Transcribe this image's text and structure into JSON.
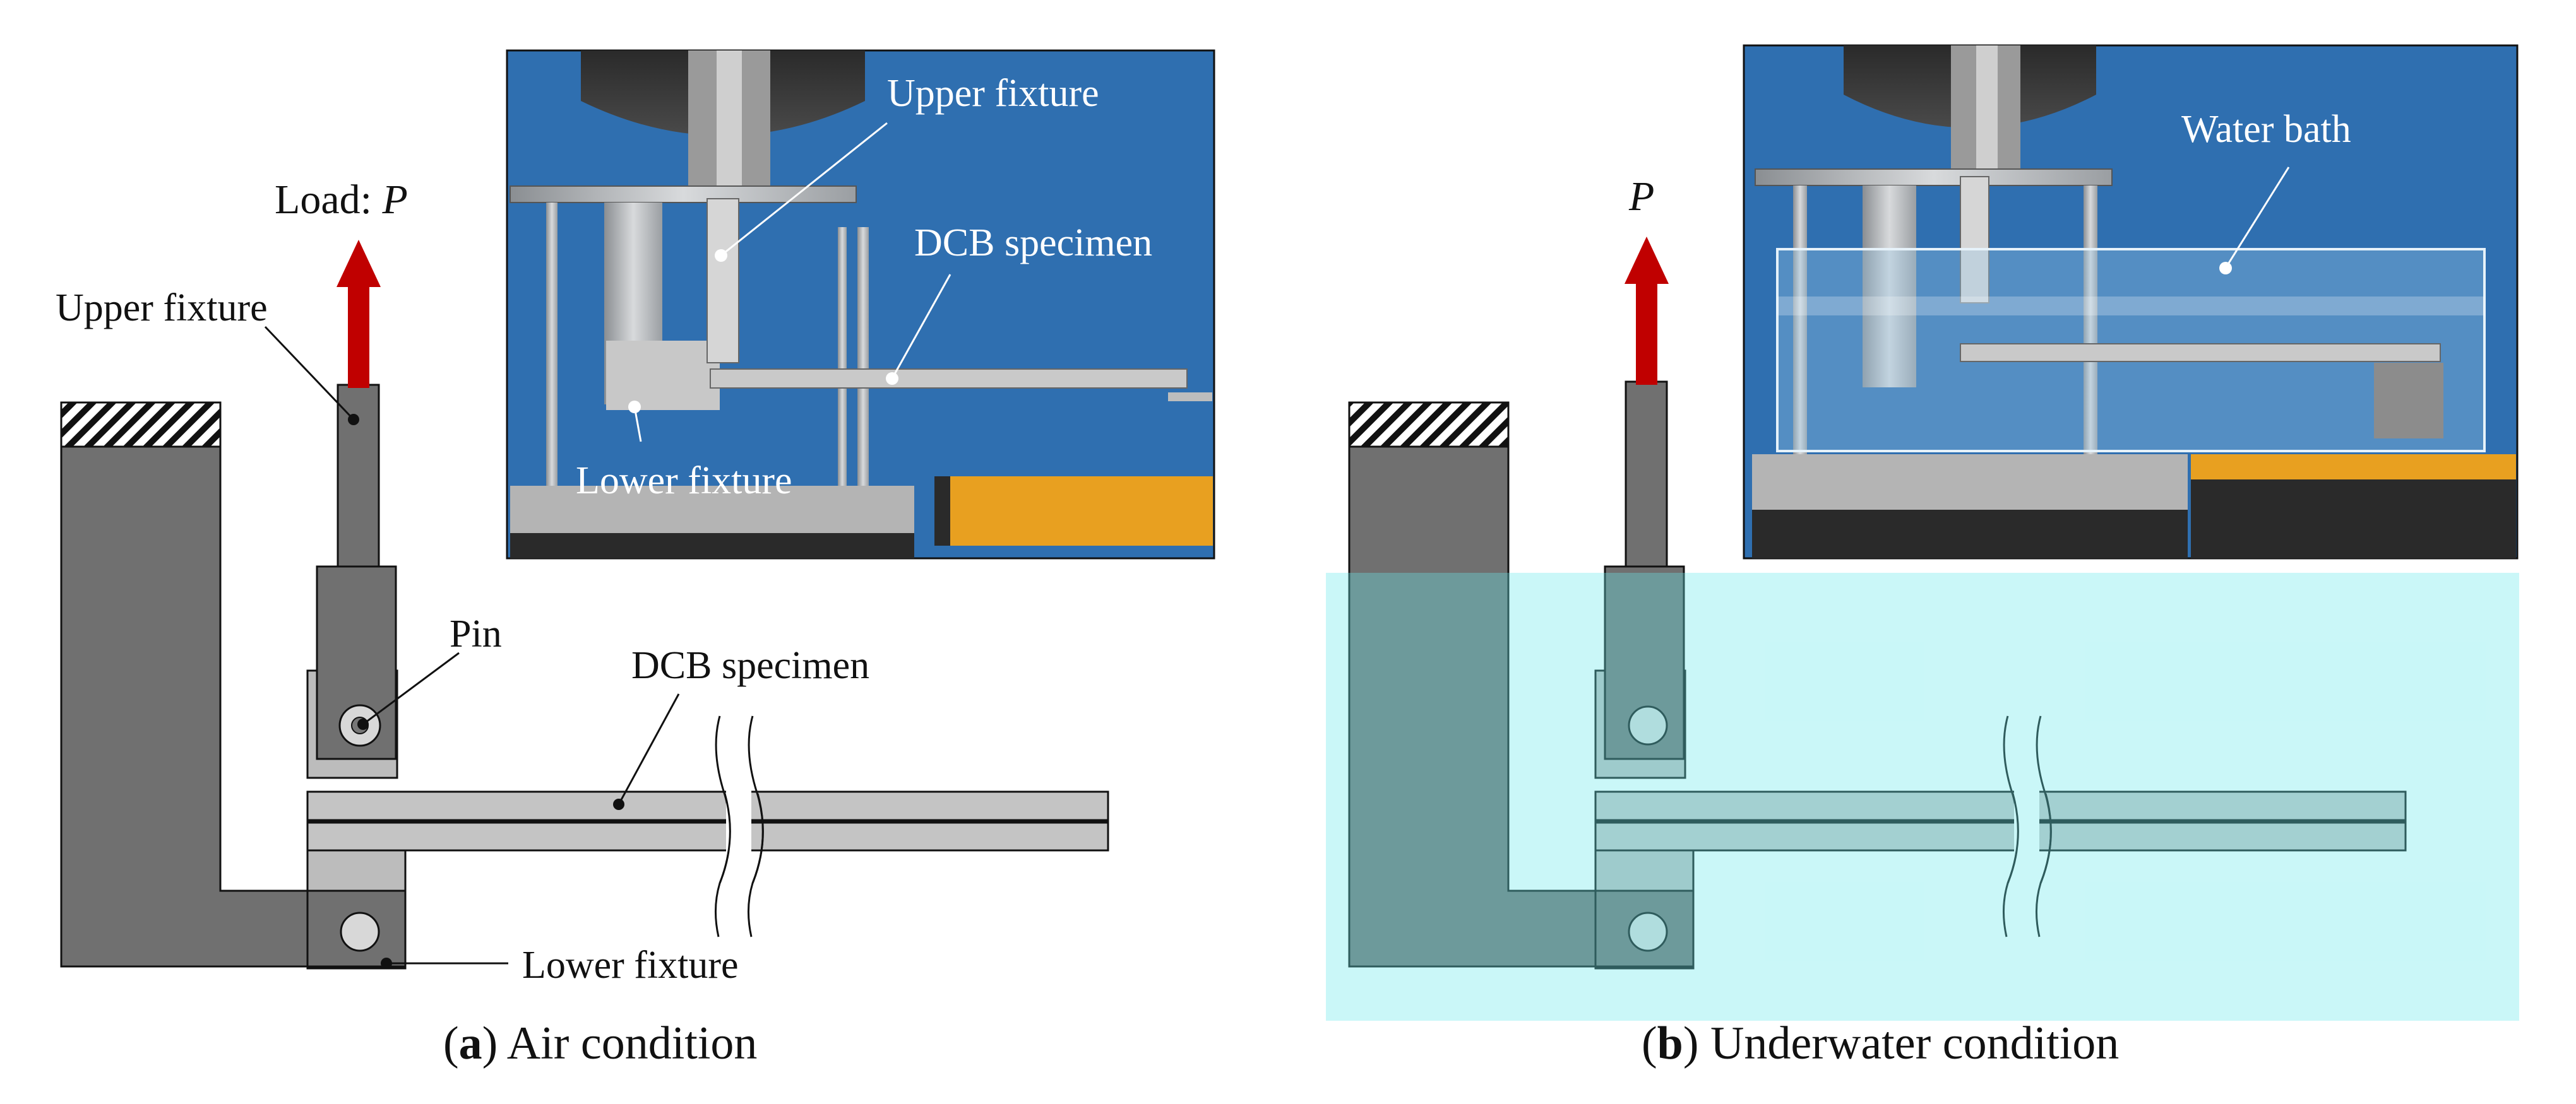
{
  "panel_a": {
    "load_label_prefix": "Load: ",
    "load_label_var": "P",
    "upper_fixture": "Upper fixture",
    "pin": "Pin",
    "dcb_specimen": "DCB specimen",
    "lower_fixture": "Lower fixture",
    "photo": {
      "upper_fixture": "Upper fixture",
      "dcb_specimen": "DCB specimen",
      "lower_fixture": "Lower fixture"
    },
    "caption": {
      "open": "(",
      "letter": "a",
      "close": ")",
      "text": " Air condition"
    }
  },
  "panel_b": {
    "load_label_var": "P",
    "photo": {
      "water_bath": "Water bath"
    },
    "caption": {
      "open": "(",
      "letter": "b",
      "close": ")",
      "text": " Underwater condition"
    }
  },
  "colors": {
    "dark_fixture": "#707070",
    "light_fixture": "#bcbcbc",
    "arrow": "#c00000",
    "water": "#ccfcfc",
    "photo_background": "#2f6fb0",
    "photo_yellow": "#e8a020"
  }
}
